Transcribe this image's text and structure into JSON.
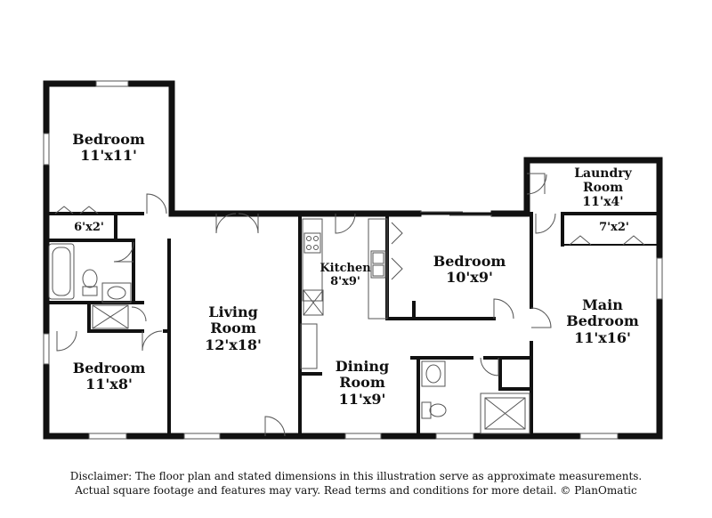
{
  "rooms": {
    "bedroom_nw": {
      "name": "Bedroom",
      "dims": "11'x11'"
    },
    "closet_nw": {
      "dims": "6'x2'"
    },
    "bedroom_sw": {
      "name": "Bedroom",
      "dims": "11'x8'"
    },
    "living": {
      "name": "Living Room",
      "dims": "12'x18'"
    },
    "kitchen": {
      "name": "Kitchen",
      "dims": "8'x9'"
    },
    "dining": {
      "name": "Dining Room",
      "dims": "11'x9'"
    },
    "bedroom_c": {
      "name": "Bedroom",
      "dims": "10'x9'"
    },
    "laundry": {
      "name": "Laundry Room",
      "dims": "11'x4'"
    },
    "closet_main": {
      "dims": "7'x2'"
    },
    "main_bedroom": {
      "name": "Main Bedroom",
      "dims": "11'x16'"
    }
  },
  "disclaimer": {
    "line1": "Disclaimer: The floor plan and stated dimensions in this illustration serve as approximate measurements.",
    "line2": "Actual square footage and features may vary. Read terms and conditions for more detail. © PlanOmatic"
  },
  "colors": {
    "wall": "#111111",
    "line": "#555555",
    "background": "#ffffff"
  }
}
